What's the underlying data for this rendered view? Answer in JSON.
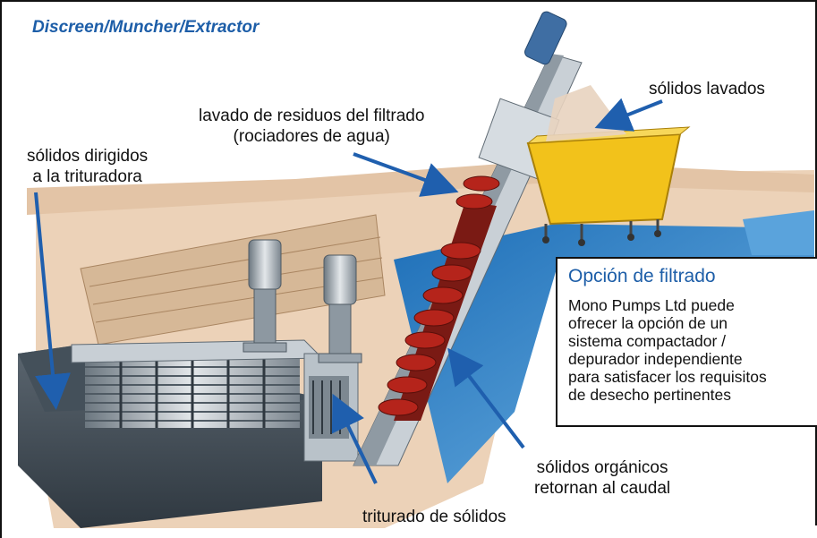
{
  "title": "Discreen/Muncher/Extractor",
  "labels": {
    "solids_washed": "sólidos lavados",
    "wash_line1": "lavado de residuos del filtrado",
    "wash_line2": "(rociadores de agua)",
    "directed_line1": "sólidos dirigidos",
    "directed_line2": "a la trituradora",
    "organic_line1": "sólidos orgánicos",
    "organic_line2": "retornan al caudal",
    "crushing": "triturado de sólidos"
  },
  "option_box": {
    "title": "Opción de filtrado",
    "lines": [
      "Mono Pumps Ltd puede",
      "ofrecer la opción de un",
      "sistema compactador /",
      "depurador independiente",
      "para satisfacer los requisitos",
      "de desecho pertinentes"
    ]
  },
  "colors": {
    "title_blue": "#1d5ea8",
    "arrow_blue": "#1f5fae",
    "water_blue": "#3d8fd1",
    "channel_tan": "#e9c9ac",
    "screw_red": "#b5241b",
    "bin_yellow": "#f2c21b",
    "metal_grey": "#9aa4ad"
  }
}
